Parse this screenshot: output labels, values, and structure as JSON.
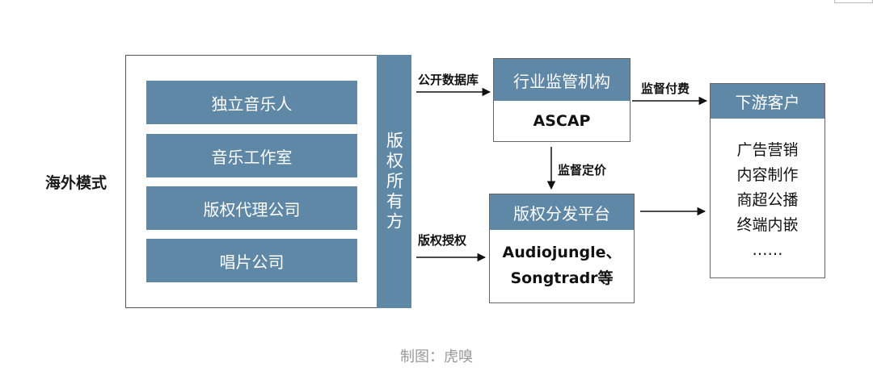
{
  "left_label": "海外模式",
  "owners": [
    "独立音乐人",
    "音乐工作室",
    "版权代理公司",
    "唱片公司"
  ],
  "rights_holder": "版权所有方",
  "regulator": {
    "title": "行业监管机构",
    "body": "ASCAP"
  },
  "platform": {
    "title": "版权分发平台",
    "body_line1": "Audiojungle、",
    "body_line2": "Songtradr等"
  },
  "customers": {
    "title": "下游客户",
    "items": [
      "广告营销",
      "内容制作",
      "商超公播",
      "终端内嵌",
      "……"
    ]
  },
  "edges": {
    "public_db": "公开数据库",
    "copyright_license": "版权授权",
    "supervise_pay": "监督付费",
    "supervise_price": "监督定价"
  },
  "caption": "制图：虎嗅",
  "colors": {
    "box_fill": "#5f87a6",
    "frame": "#555555"
  }
}
